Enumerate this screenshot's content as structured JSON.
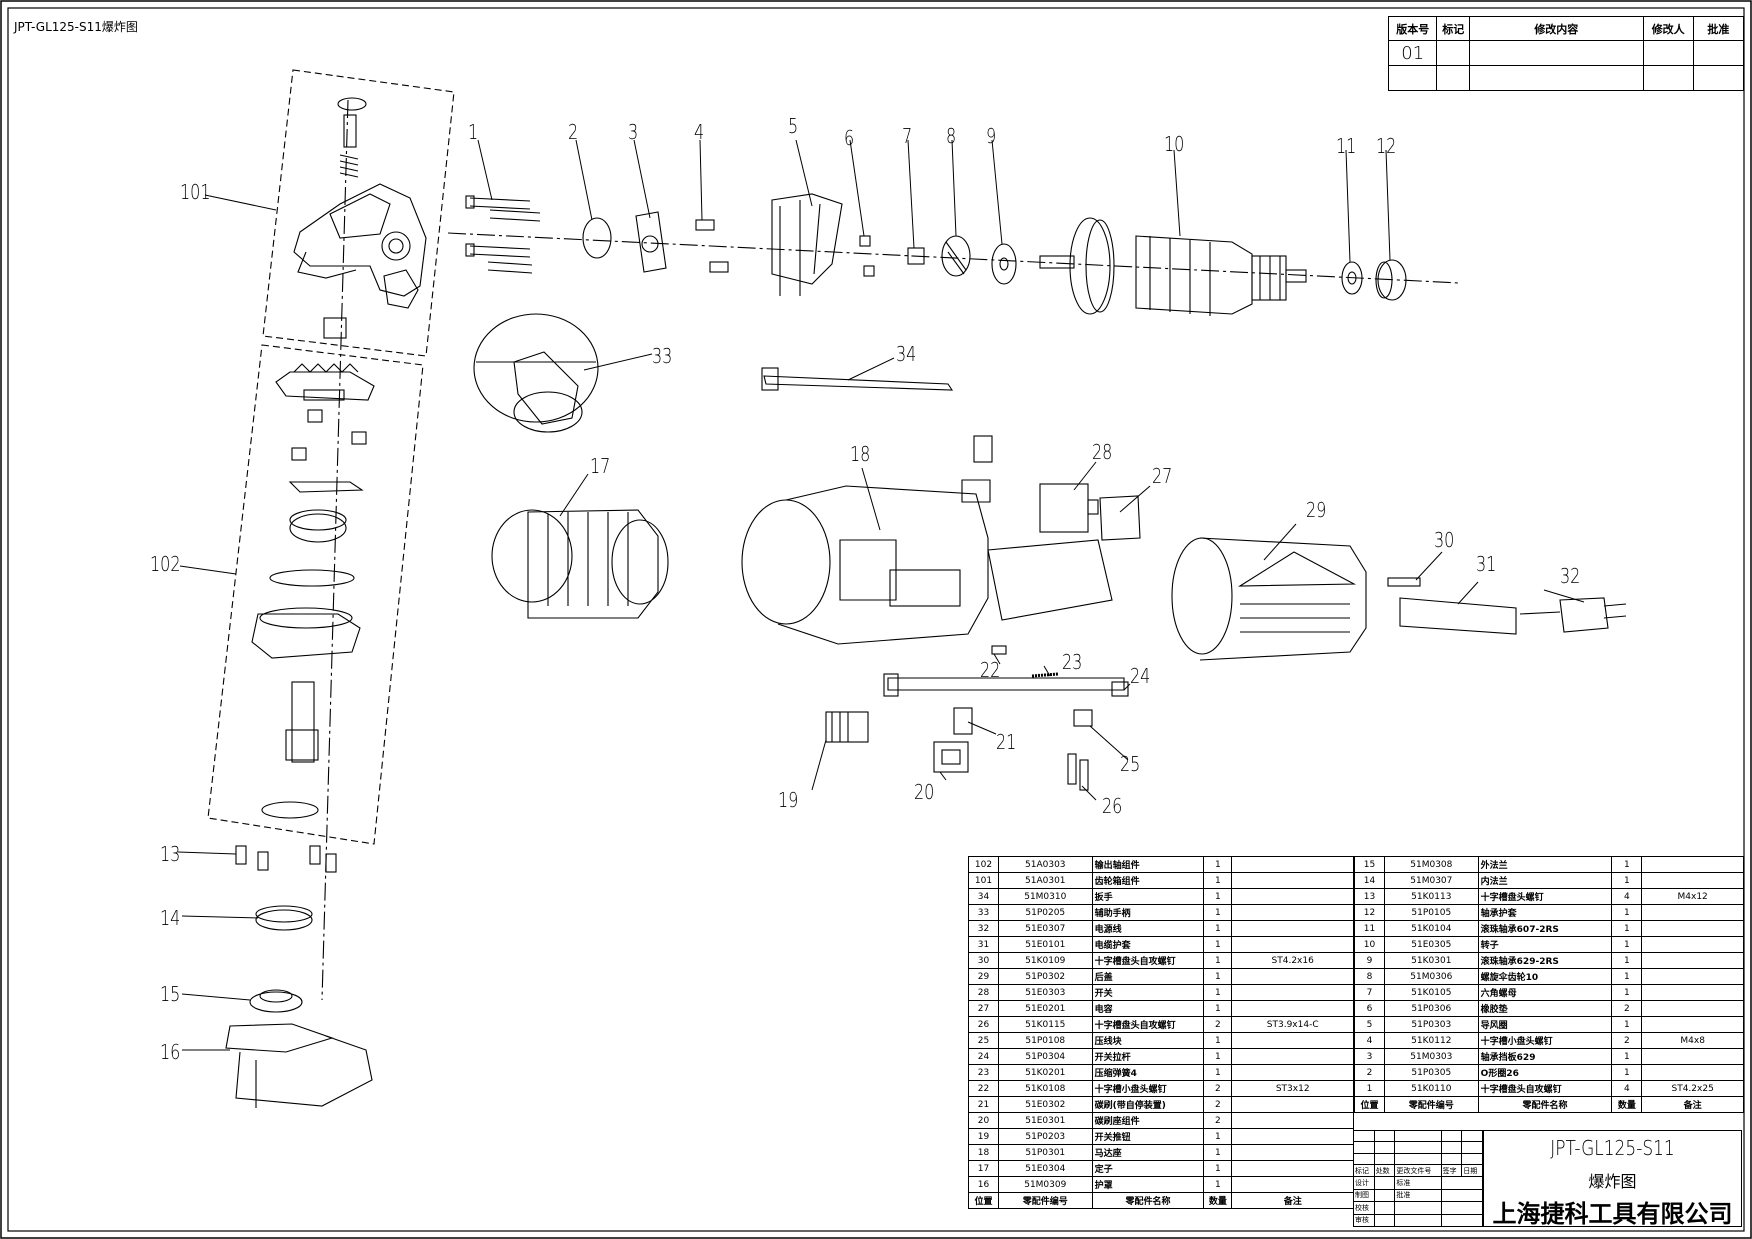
{
  "drawing": {
    "corner_title": "JPT-GL125-S11爆炸图",
    "code": "JPT-GL125-S11",
    "name": "爆炸图",
    "company": "上海捷科工具有限公司"
  },
  "revision_table": {
    "headers": [
      "版本号",
      "标记",
      "修改内容",
      "修改人",
      "批准"
    ],
    "version": "01"
  },
  "callouts": [
    "1",
    "2",
    "3",
    "4",
    "5",
    "6",
    "7",
    "8",
    "9",
    "10",
    "11",
    "12",
    "13",
    "14",
    "15",
    "16",
    "17",
    "18",
    "19",
    "20",
    "21",
    "22",
    "23",
    "24",
    "25",
    "26",
    "27",
    "28",
    "29",
    "30",
    "31",
    "32",
    "33",
    "34",
    "101",
    "102"
  ],
  "bom_left": [
    [
      "102",
      "51A0303",
      "输出轴组件",
      "1",
      ""
    ],
    [
      "101",
      "51A0301",
      "齿轮箱组件",
      "1",
      ""
    ],
    [
      "34",
      "51M0310",
      "扳手",
      "1",
      ""
    ],
    [
      "33",
      "51P0205",
      "辅助手柄",
      "1",
      ""
    ],
    [
      "32",
      "51E0307",
      "电源线",
      "1",
      ""
    ],
    [
      "31",
      "51E0101",
      "电缆护套",
      "1",
      ""
    ],
    [
      "30",
      "51K0109",
      "十字槽盘头自攻螺钉",
      "1",
      "ST4.2x16"
    ],
    [
      "29",
      "51P0302",
      "后盖",
      "1",
      ""
    ],
    [
      "28",
      "51E0303",
      "开关",
      "1",
      ""
    ],
    [
      "27",
      "51E0201",
      "电容",
      "1",
      ""
    ],
    [
      "26",
      "51K0115",
      "十字槽盘头自攻螺钉",
      "2",
      "ST3.9x14-C"
    ],
    [
      "25",
      "51P0108",
      "压线块",
      "1",
      ""
    ],
    [
      "24",
      "51P0304",
      "开关拉杆",
      "1",
      ""
    ],
    [
      "23",
      "51K0201",
      "压缩弹簧4",
      "1",
      ""
    ],
    [
      "22",
      "51K0108",
      "十字槽小盘头螺钉",
      "2",
      "ST3x12"
    ],
    [
      "21",
      "51E0302",
      "碳刷(带自停装置)",
      "2",
      ""
    ],
    [
      "20",
      "51E0301",
      "碳刷座组件",
      "2",
      ""
    ],
    [
      "19",
      "51P0203",
      "开关推钮",
      "1",
      ""
    ],
    [
      "18",
      "51P0301",
      "马达座",
      "1",
      ""
    ],
    [
      "17",
      "51E0304",
      "定子",
      "1",
      ""
    ],
    [
      "16",
      "51M0309",
      "护罩",
      "1",
      ""
    ]
  ],
  "bom_right": [
    [
      "15",
      "51M0308",
      "外法兰",
      "1",
      ""
    ],
    [
      "14",
      "51M0307",
      "内法兰",
      "1",
      ""
    ],
    [
      "13",
      "51K0113",
      "十字槽盘头螺钉",
      "4",
      "M4x12"
    ],
    [
      "12",
      "51P0105",
      "轴承护套",
      "1",
      ""
    ],
    [
      "11",
      "51K0104",
      "滚珠轴承607-2RS",
      "1",
      ""
    ],
    [
      "10",
      "51E0305",
      "转子",
      "1",
      ""
    ],
    [
      "9",
      "51K0301",
      "滚珠轴承629-2RS",
      "1",
      ""
    ],
    [
      "8",
      "51M0306",
      "螺旋伞齿轮10",
      "1",
      ""
    ],
    [
      "7",
      "51K0105",
      "六角螺母",
      "1",
      ""
    ],
    [
      "6",
      "51P0306",
      "橡胶垫",
      "2",
      ""
    ],
    [
      "5",
      "51P0303",
      "导风圈",
      "1",
      ""
    ],
    [
      "4",
      "51K0112",
      "十字槽小盘头螺钉",
      "2",
      "M4x8"
    ],
    [
      "3",
      "51M0303",
      "轴承挡板629",
      "1",
      ""
    ],
    [
      "2",
      "51P0305",
      "O形圈26",
      "1",
      ""
    ],
    [
      "1",
      "51K0110",
      "十字槽盘头自攻螺钉",
      "4",
      "ST4.2x25"
    ]
  ],
  "bom_headers": [
    "位置",
    "零配件编号",
    "零配件名称",
    "数量",
    "备注"
  ],
  "title_block_labels": [
    "标记",
    "处数",
    "更改文件号",
    "签字",
    "日期",
    "设计",
    "标准",
    "制图",
    "批准",
    "校核",
    "审核"
  ]
}
